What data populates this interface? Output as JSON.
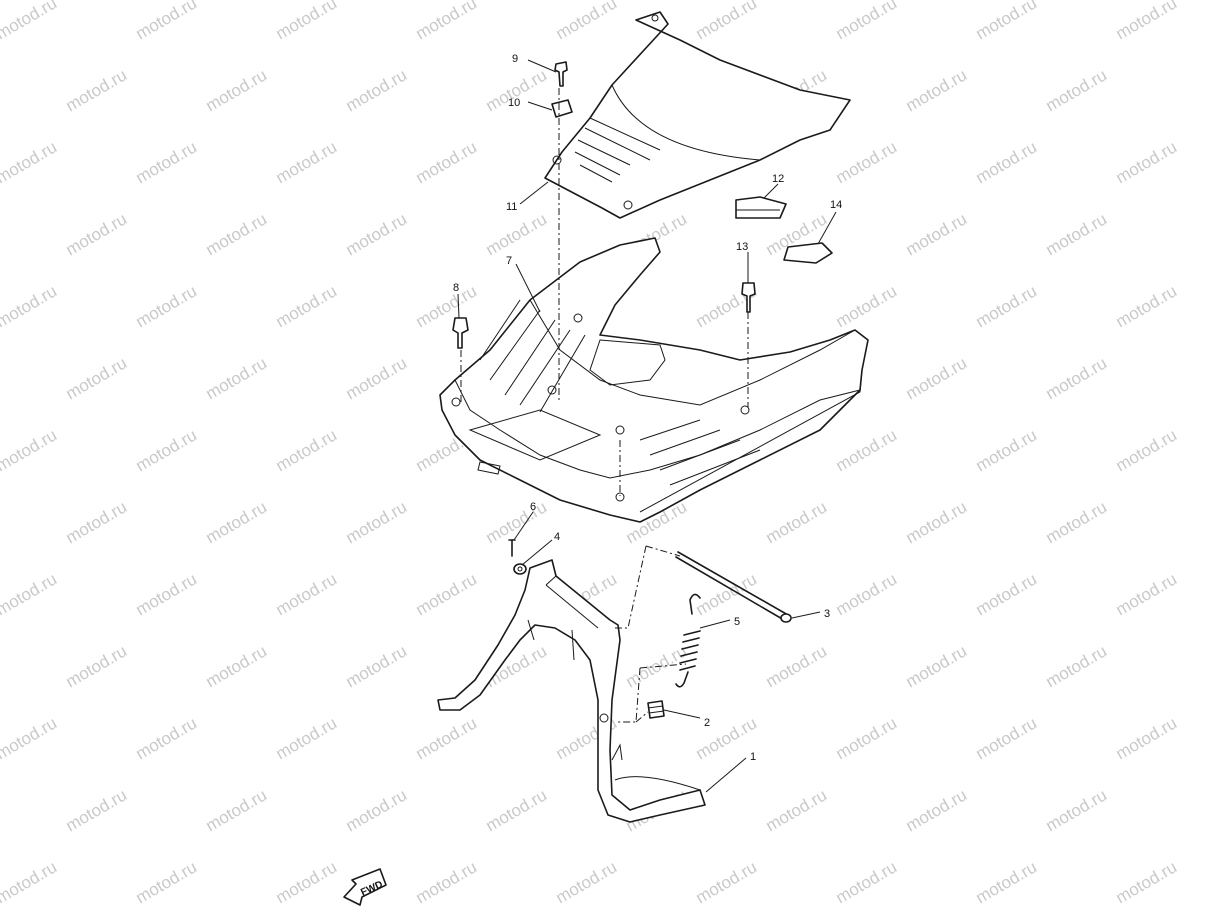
{
  "watermark": {
    "text": "motod.ru"
  },
  "fwd_badge": {
    "label": "FWD"
  },
  "callouts": [
    {
      "id": "1",
      "label": "1"
    },
    {
      "id": "2",
      "label": "2"
    },
    {
      "id": "3",
      "label": "3"
    },
    {
      "id": "4",
      "label": "4"
    },
    {
      "id": "5",
      "label": "5"
    },
    {
      "id": "6",
      "label": "6"
    },
    {
      "id": "7",
      "label": "7"
    },
    {
      "id": "8",
      "label": "8"
    },
    {
      "id": "9",
      "label": "9"
    },
    {
      "id": "10",
      "label": "10"
    },
    {
      "id": "11",
      "label": "11"
    },
    {
      "id": "12",
      "label": "12"
    },
    {
      "id": "13",
      "label": "13"
    },
    {
      "id": "14",
      "label": "14"
    }
  ]
}
